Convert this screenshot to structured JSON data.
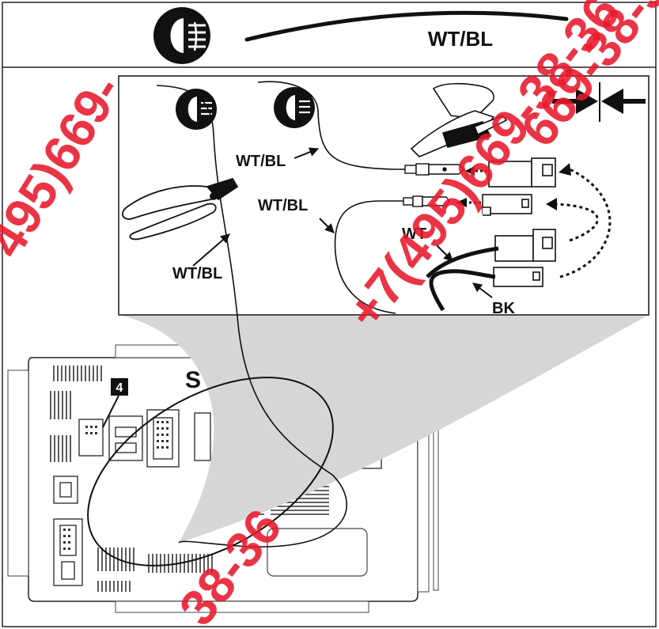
{
  "header": {
    "wire_color_label": "WT/BL",
    "icon": "fog-lamp-icon"
  },
  "detail": {
    "wire_label_pliers": "WT/BL",
    "wire_label_lamp": "WT/BL",
    "wire_label_loop": "WT/BL",
    "wire_label_wt": "WT",
    "wire_label_bk": "BK",
    "icons": [
      "fog-lamp-icon",
      "cutting-pliers-icon",
      "crimping-tool-icon",
      "crimp-arrows-icon"
    ]
  },
  "fuse_box": {
    "callout_number": "4",
    "partial_letter": "S"
  },
  "watermark": {
    "text_a": "+7(495)669-38-36",
    "text_b": "495)669-",
    "text_c": "669-38-36",
    "text_d": "38-36",
    "color": "#e8192c"
  }
}
